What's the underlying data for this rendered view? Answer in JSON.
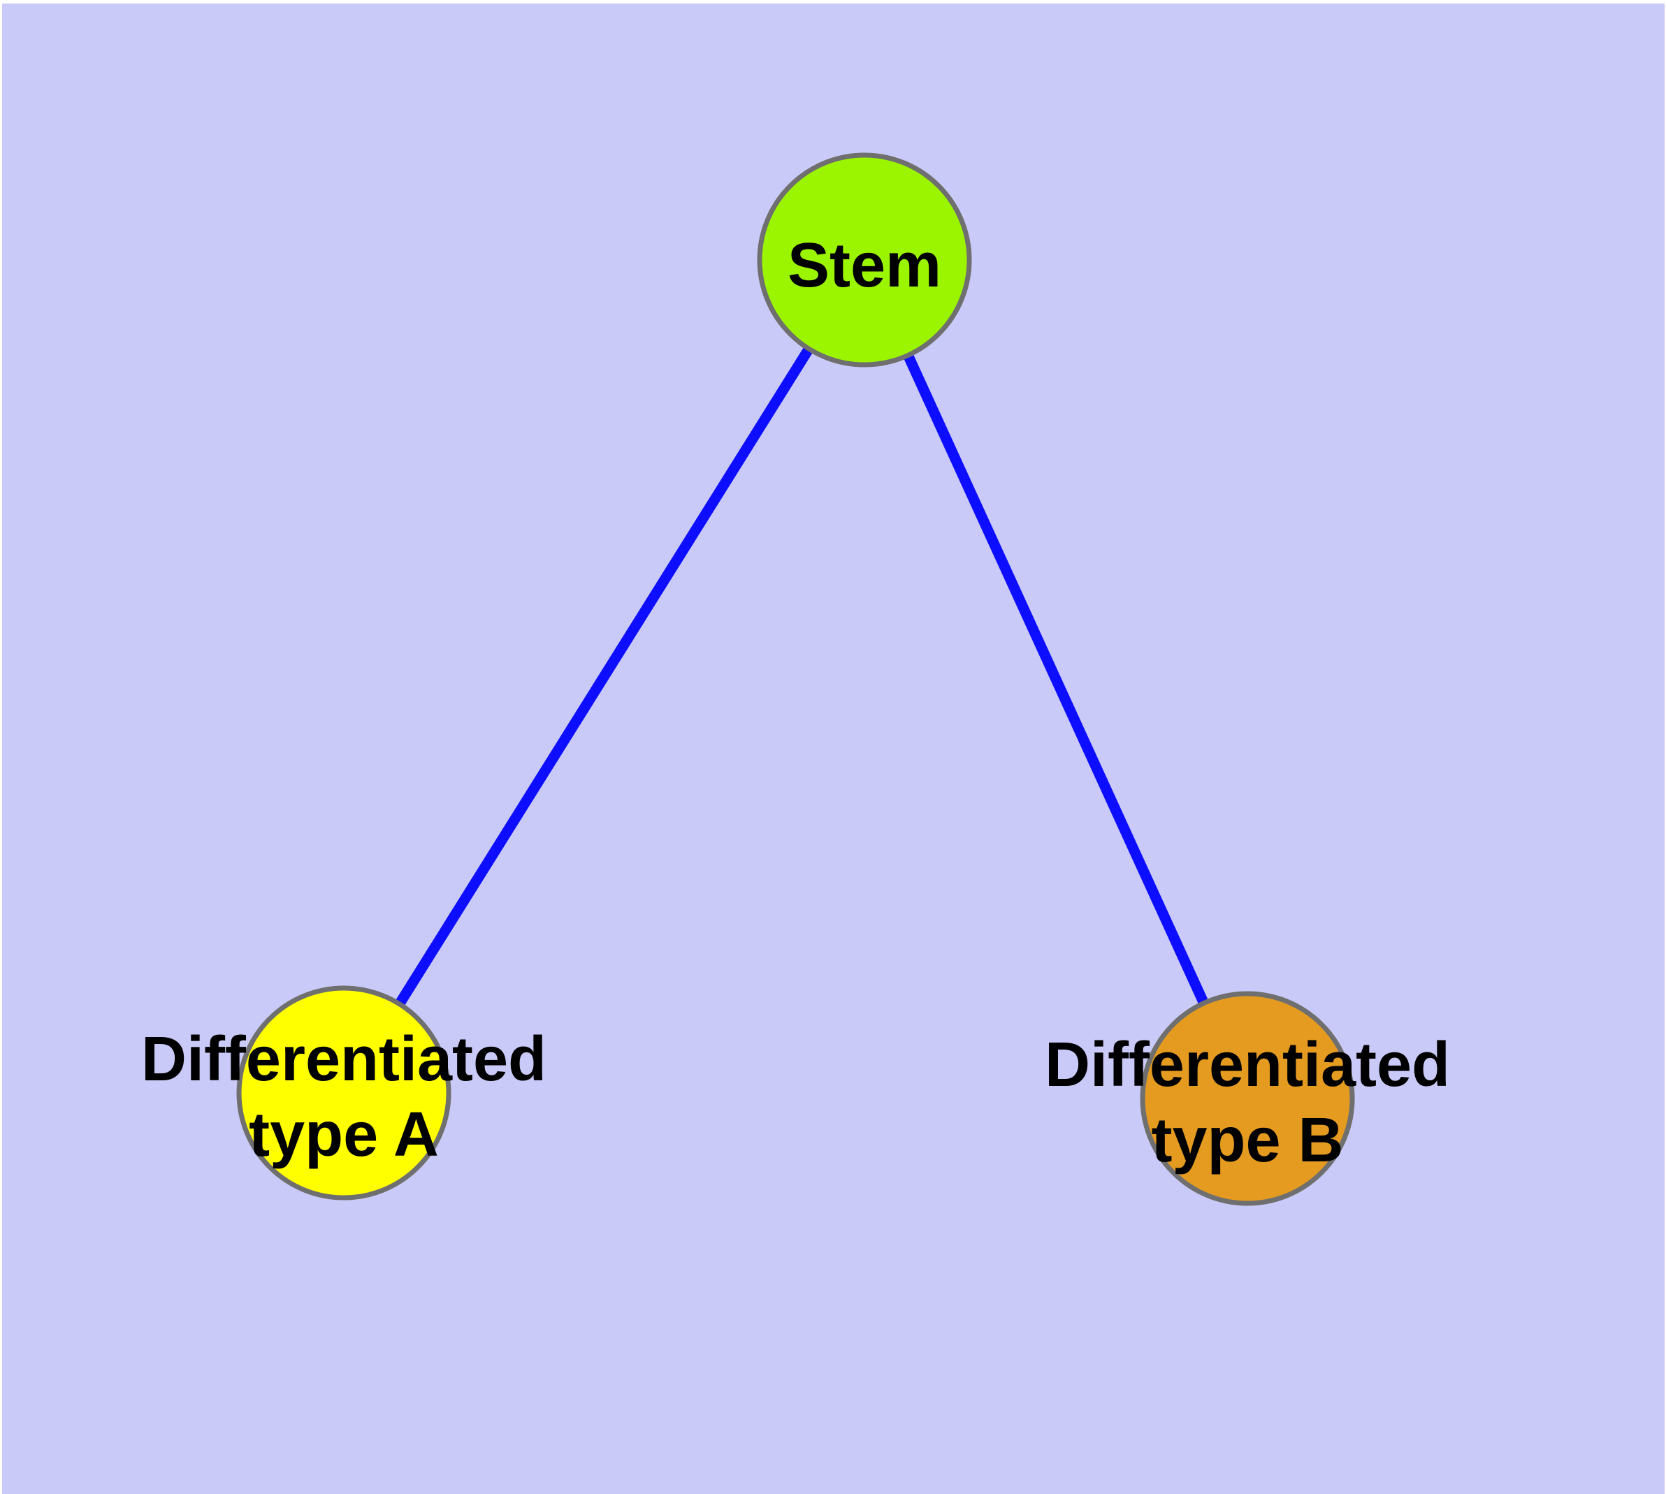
{
  "canvas": {
    "margin_color": "#ffffff",
    "background": "#cacaf8"
  },
  "graph": {
    "label_color": "#000000",
    "nodes": [
      {
        "id": "stem",
        "label": "Stem",
        "fill": "#9cf500",
        "border": "#6f6f6f"
      },
      {
        "id": "differentiated-type-a",
        "label": "Differentiated type A",
        "label_line1": "Differentiated",
        "label_line2": "type A",
        "fill": "#ffff00",
        "border": "#6f6f6f"
      },
      {
        "id": "differentiated-type-b",
        "label": "Differentiated type B",
        "label_line1": "Differentiated",
        "label_line2": "type B",
        "fill": "#e59b20",
        "border": "#6f6f6f"
      }
    ],
    "edges": [
      {
        "from": "stem",
        "to": "differentiated-type-a",
        "color": "#0d0dff"
      },
      {
        "from": "stem",
        "to": "differentiated-type-b",
        "color": "#0d0dff"
      }
    ]
  }
}
